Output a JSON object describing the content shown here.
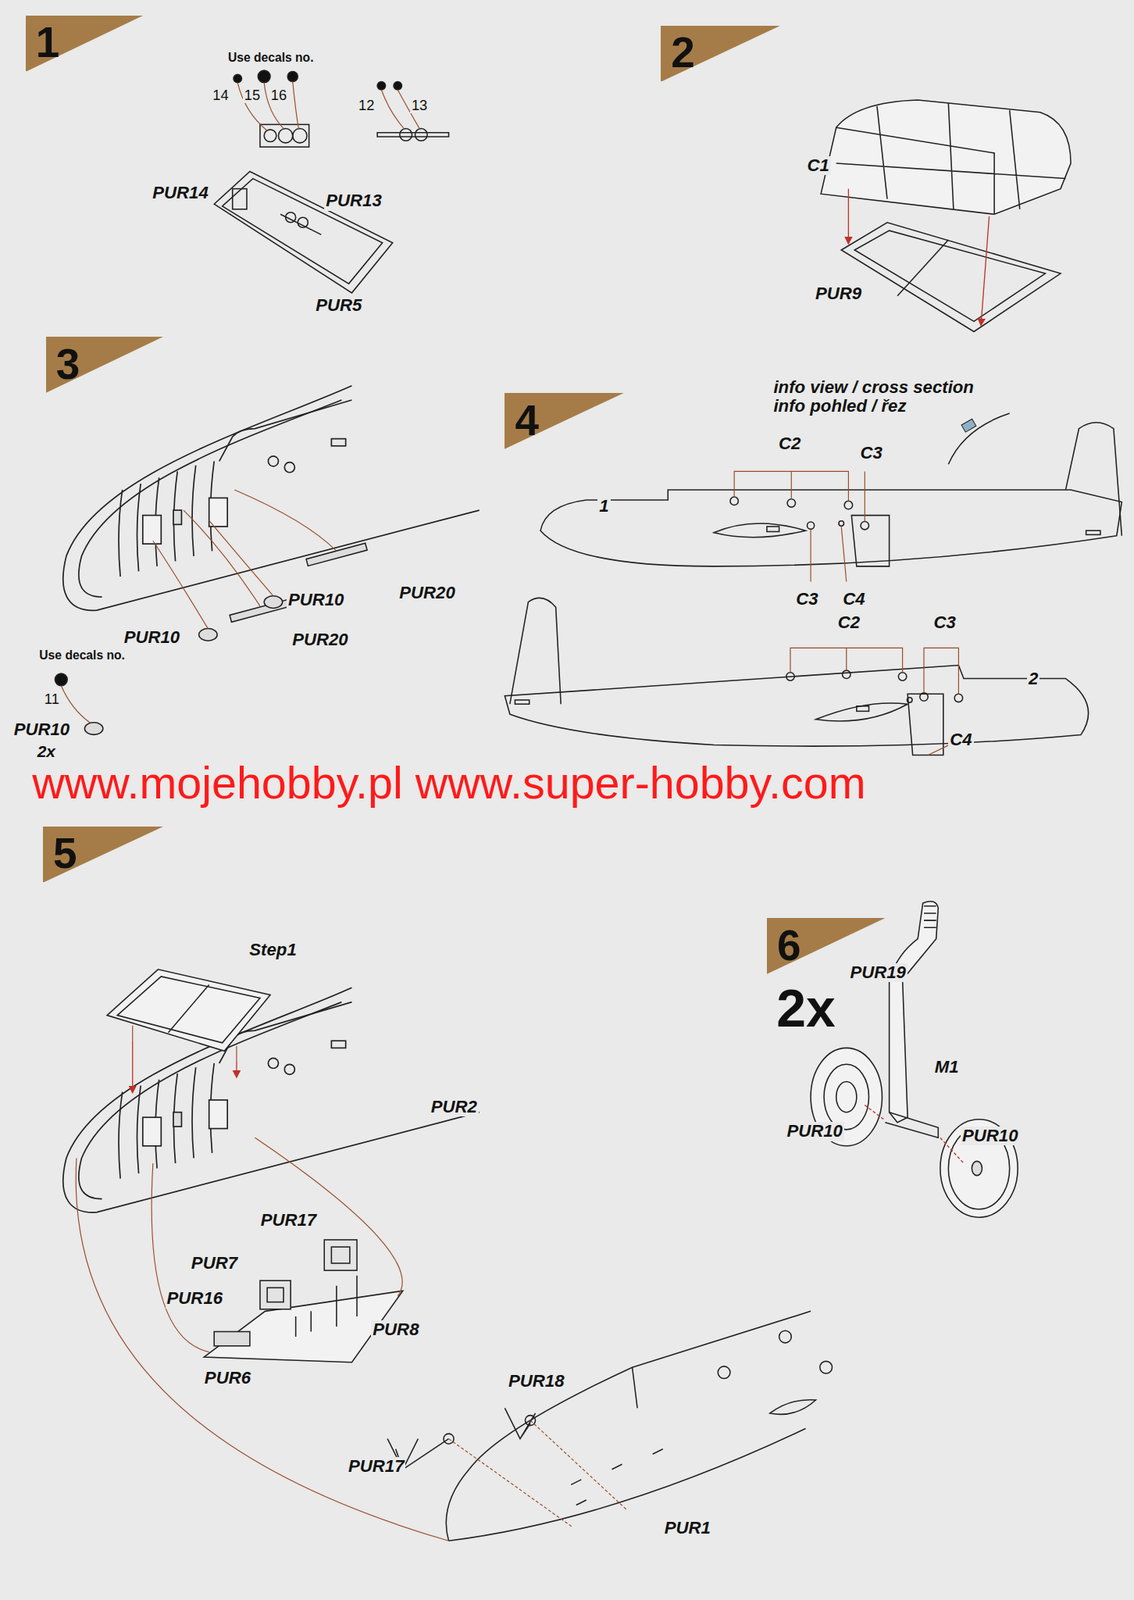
{
  "diagram": {
    "nodes": [
      {
        "text": [
          "1"
        ]
      },
      {
        "text": [
          "2"
        ]
      },
      {
        "text": [
          "3"
        ]
      },
      {
        "text": [
          "4"
        ]
      },
      {
        "text": [
          "5"
        ]
      },
      {
        "text": [
          "6"
        ]
      }
    ],
    "labels": [
      "Use decals no.",
      "14",
      "15",
      "16",
      "12",
      "13",
      "PUR14",
      "PUR13",
      "PUR5",
      "C1",
      "PUR9",
      "PUR10",
      "PUR20",
      "PUR10",
      "PUR20",
      "Use decals no.",
      "11",
      "PUR10",
      "2x",
      "info view / cross section",
      "info pohled / řez",
      "C2",
      "C3",
      "1",
      "C3",
      "C4",
      "C2",
      "C3",
      "2",
      "C4",
      "www.mojehobby.pl www.super-hobby.com",
      "Step1",
      "PUR2",
      "PUR17",
      "PUR7",
      "PUR16",
      "PUR8",
      "PUR6",
      "PUR18",
      "PUR17",
      "PUR1",
      "PUR19",
      "2x",
      "M1",
      "PUR10",
      "PUR10"
    ]
  }
}
